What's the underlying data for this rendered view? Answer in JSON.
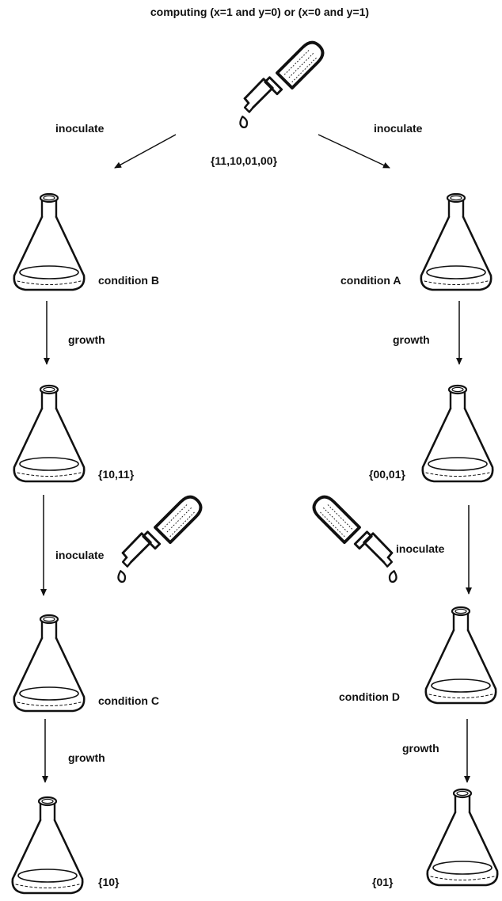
{
  "title": "computing (x=1 and y=0) or (x=0 and y=1)",
  "initial_set": "{11,10,01,00}",
  "left": {
    "inoculate_top": "inoculate",
    "condition_1": "condition B",
    "growth_1": "growth",
    "result_1": "{10,11}",
    "inoculate_mid": "inoculate",
    "condition_2": "condition C",
    "growth_2": "growth",
    "result_2": "{10}"
  },
  "right": {
    "inoculate_top": "inoculate",
    "condition_1": "condition A",
    "growth_1": "growth",
    "result_1": "{00,01}",
    "inoculate_mid": "inoculate",
    "condition_2": "condition D",
    "growth_2": "growth",
    "result_2": "{01}"
  },
  "icons": {
    "flask": "erlenmeyer-flask-icon",
    "dropper": "pipette-dropper-icon"
  },
  "colors": {
    "ink": "#111111",
    "background": "#ffffff"
  }
}
